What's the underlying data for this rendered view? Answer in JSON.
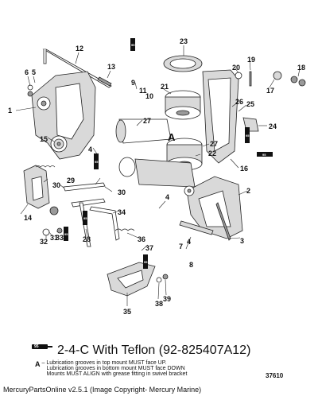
{
  "callouts": {
    "c1": "1",
    "c2": "2",
    "c3": "3",
    "c4a": "4",
    "c4b": "4",
    "c4c": "4",
    "c5": "5",
    "c6": "6",
    "c7": "7",
    "c8": "8",
    "c9": "9",
    "c10": "10",
    "c11": "11",
    "c12": "12",
    "c13": "13",
    "c14": "14",
    "c15": "15",
    "c16": "16",
    "c17": "17",
    "c18": "18",
    "c19": "19",
    "c20": "20",
    "c21": "21",
    "c22": "22",
    "c23": "23",
    "c24": "24",
    "c25": "25",
    "c26": "26",
    "c27a": "27",
    "c27b": "27",
    "c28": "28",
    "c29": "29",
    "c30a": "30",
    "c30b": "30",
    "c31": "31",
    "c32": "32",
    "c33": "33",
    "c34": "34",
    "c35": "35",
    "c36": "36",
    "c37": "37",
    "c38": "38",
    "c39": "39",
    "cA": "A"
  },
  "tube_code": "95",
  "legend": {
    "lube_text": "2-4-C  With Teflon (92-825407A12)",
    "note_marker": "A",
    "note_line1": "– Lubrication grooves in top mount MUST face UP.",
    "note_line2": "Lubrication grooves in bottom mount MUST face DOWN",
    "note_line3": "Mounts MUST ALIGN with grease fitting in swivel bracket"
  },
  "reference": "37610",
  "copyright": "MercuryPartsOnline v2.5.1 (Image Copyright- Mercury Marine)"
}
